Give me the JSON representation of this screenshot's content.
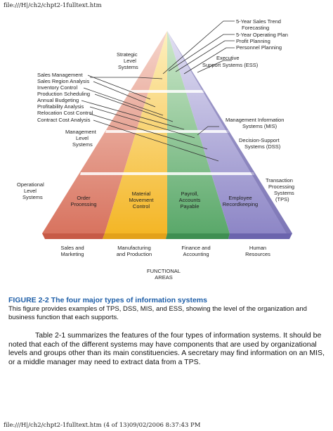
{
  "page": {
    "header": "file:///H|/ch2/chpt2-1fulltext.htm",
    "footer": "file:///H|/ch2/chpt2-1fulltext.htm (4 of 13)09/02/2006 8:37:43 PM"
  },
  "figure": {
    "level_labels": {
      "strategic": [
        "Strategic",
        "Level",
        "Systems"
      ],
      "management": [
        "Management",
        "Level",
        "Systems"
      ],
      "operational": [
        "Operational",
        "Level",
        "Systems"
      ]
    },
    "system_labels": {
      "ess": [
        "Executive",
        "Support Systems (ESS)"
      ],
      "mis": [
        "Management Information",
        "Systems (MIS)"
      ],
      "dss": [
        "Decision-Support",
        "Systems (DSS)"
      ],
      "tps": [
        "Transaction",
        "Processing",
        "Systems",
        "(TPS)"
      ]
    },
    "ess_examples": [
      "5-Year Sales Trend",
      "Forecasting",
      "5-Year Operating Plan",
      "Profit Planning",
      "Personnel Planning"
    ],
    "mis_examples": [
      "Sales Management",
      "Sales Region Analysis",
      "Inventory Control",
      "Production Scheduling",
      "Annual Budgeting",
      "Profitability Analysis",
      "Relocation Cost Control",
      "Contract Cost Analysis"
    ],
    "tps_cells": {
      "sales": [
        "Order",
        "Processing"
      ],
      "manufacturing": [
        "Material",
        "Movement",
        "Control"
      ],
      "finance": [
        "Payroll,",
        "Accounts",
        "Payable"
      ],
      "hr": [
        "Employee",
        "Recordkeeping"
      ]
    },
    "functional_areas": {
      "sales": [
        "Sales and",
        "Marketing"
      ],
      "manufacturing": [
        "Manufacturing",
        "and Production"
      ],
      "finance": [
        "Finance and",
        "Accounting"
      ],
      "hr": [
        "Human",
        "Resources"
      ]
    },
    "functional_title": [
      "FUNCTIONAL",
      "AREAS"
    ],
    "colors": {
      "red": "#e08a78",
      "yellow": "#f9d26a",
      "green": "#7fc48a",
      "blue": "#a9a4d6",
      "caption_title": "#1f5fa8"
    }
  },
  "caption": {
    "title": "FIGURE 2-2 The four major types of information systems",
    "text": "This figure provides examples of TPS, DSS, MIS, and ESS, showing the level of the organization and business function that each supports."
  },
  "body": {
    "paragraph": "Table 2-1 summarizes the features of the four types of information systems. It should be noted that each of the different systems may have components that are used by organizational levels and groups other than its main constituencies. A secretary may find information on an MIS, or a middle manager may need to extract data from a TPS."
  }
}
